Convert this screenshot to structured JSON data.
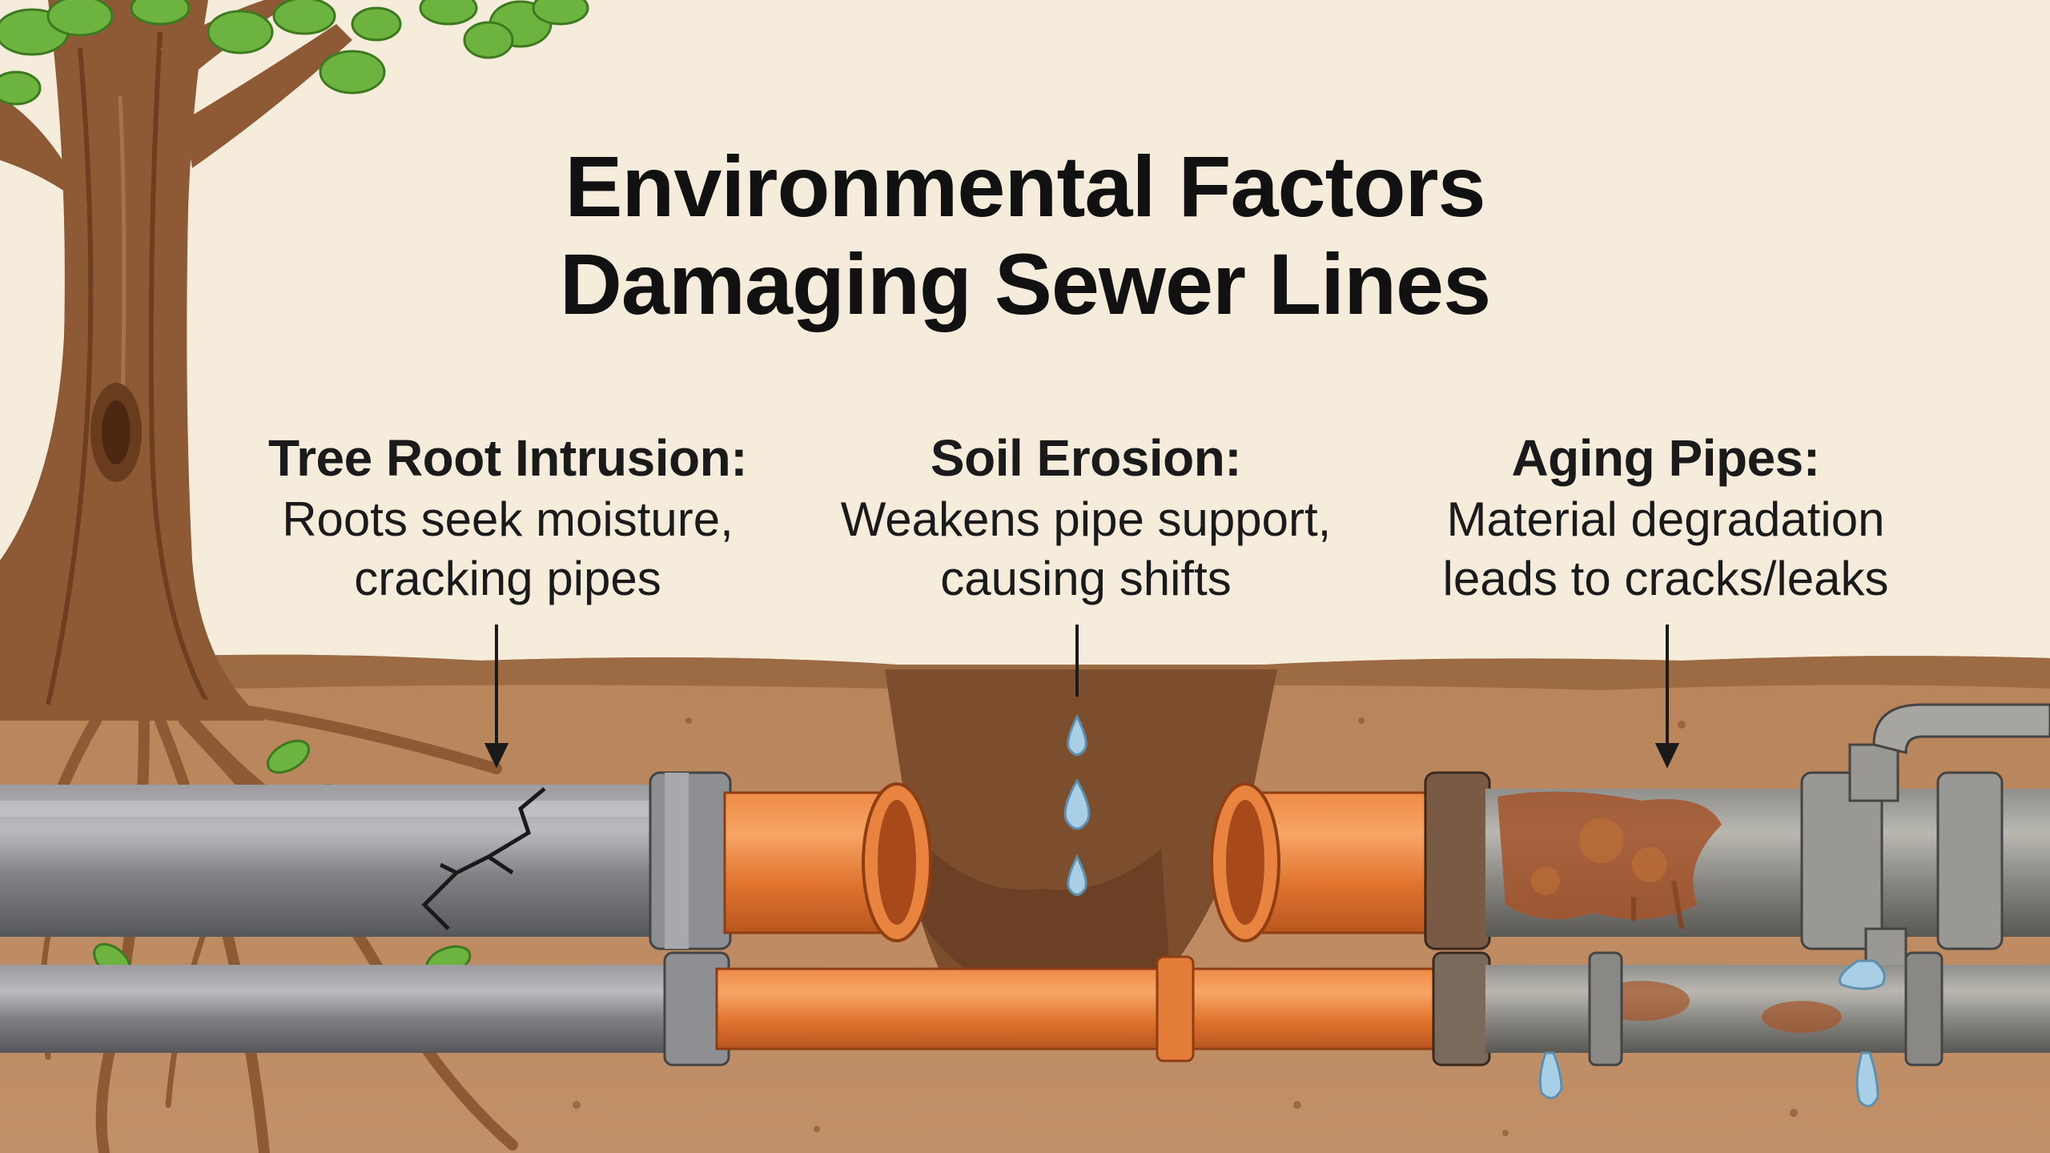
{
  "title": {
    "line1": "Environmental Factors",
    "line2": "Damaging Sewer Lines"
  },
  "factors": [
    {
      "heading": "Tree Root Intrusion:",
      "line1": "Roots seek moisture,",
      "line2": "cracking pipes"
    },
    {
      "heading": "Soil Erosion:",
      "line1": "Weakens pipe support,",
      "line2": "causing shifts"
    },
    {
      "heading": "Aging Pipes:",
      "line1": "Material degradation",
      "line2": "leads to cracks/leaks"
    }
  ],
  "colors": {
    "background": "#f5ecdc",
    "soil": "#b07a4e",
    "soil_dark": "#8a5a35",
    "trunk": "#8e5a35",
    "leaf": "#6db33f",
    "pvc_gray": "#7d7f82",
    "pvc_orange": "#e57d3a",
    "rust": "#a5552a",
    "water": "#a9cfe6",
    "text": "#111111"
  },
  "icons": [
    "tree-illustration",
    "crack-icon",
    "water-drop-icon",
    "rust-icon",
    "valve-icon",
    "arrow-down-icon"
  ]
}
